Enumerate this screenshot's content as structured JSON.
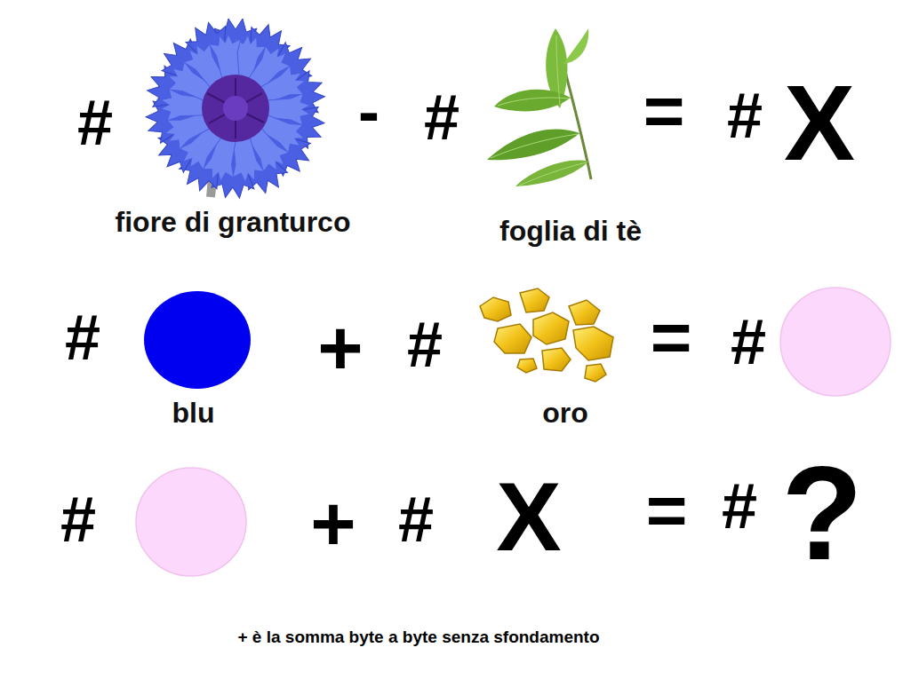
{
  "diagram": {
    "nodes": [
      {
        "text": [
          "fiore di granturco"
        ]
      },
      {
        "text": [
          "foglia di tè"
        ]
      },
      {
        "text": [
          "blu"
        ]
      },
      {
        "text": [
          "oro"
        ]
      }
    ],
    "labels": [
      "#",
      "-",
      "#",
      "=",
      "#",
      "X",
      "#",
      "+",
      "#",
      "=",
      "#",
      "#",
      "+",
      "#",
      "X",
      "=",
      "#",
      "?",
      "+ è la somma byte a byte senza sfondamento"
    ]
  }
}
